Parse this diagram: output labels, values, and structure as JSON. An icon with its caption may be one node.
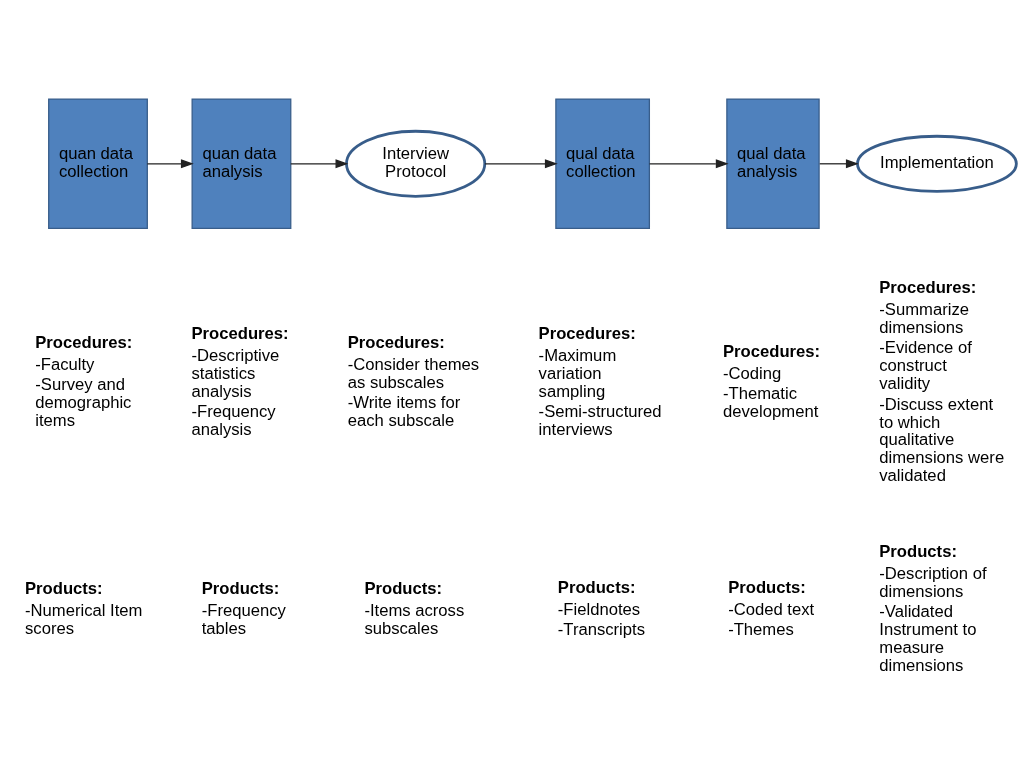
{
  "diagram": {
    "nodes": [
      {
        "text": [
          "quan data collection"
        ]
      },
      {
        "text": [
          "quan data analysis"
        ]
      },
      {
        "text": [
          "Interview Protocol"
        ]
      },
      {
        "text": [
          "qual data collection"
        ]
      },
      {
        "text": [
          "qual data analysis"
        ]
      },
      {
        "text": [
          "Implementation"
        ]
      }
    ],
    "edges": [
      {
        "from": 0,
        "to": 1,
        "arrow": "to"
      },
      {
        "from": 1,
        "to": 2,
        "arrow": "to"
      },
      {
        "from": 2,
        "to": 3,
        "arrow": "to"
      },
      {
        "from": 3,
        "to": 4,
        "arrow": "to"
      },
      {
        "from": 4,
        "to": 5,
        "arrow": "to"
      }
    ],
    "labels": [
      "Procedures:",
      "-Faculty",
      "-Survey and demographic items",
      "Procedures:",
      "-Descriptive statistics analysis",
      "-Frequency analysis",
      "Procedures:",
      "-Consider themes as subscales",
      "-Write items for each subscale",
      "Procedures:",
      "-Maximum variation sampling",
      "-Semi-structured interviews",
      "Procedures:",
      "-Coding",
      "-Thematic development",
      "Procedures:",
      "-Summarize dimensions",
      "-Evidence of construct validity",
      "-Discuss extent to which qualitative dimensions were validated",
      "Products:",
      "-Numerical Item scores",
      "Products:",
      "-Frequency tables",
      "Products:",
      "-Items across subscales",
      "Products:",
      "-Fieldnotes",
      "-Transcripts",
      "Products:",
      "-Coded text",
      "-Themes",
      "Products:",
      "-Description of dimensions",
      "-Validated Instrument to measure dimensions"
    ]
  }
}
